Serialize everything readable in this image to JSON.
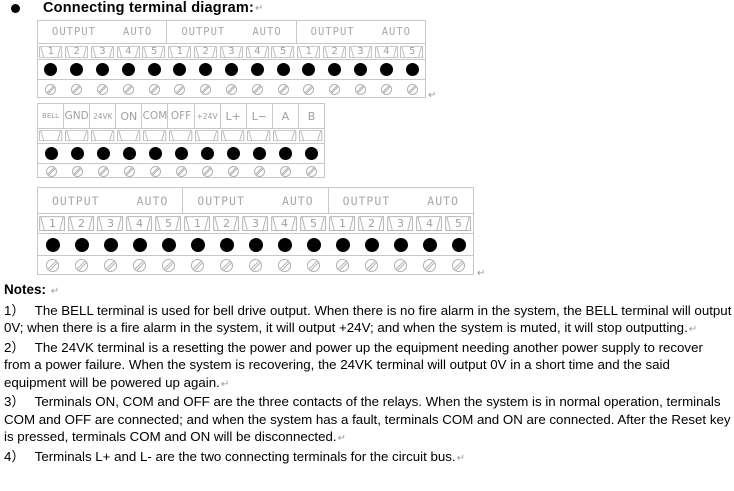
{
  "heading": {
    "title": "Connecting terminal diagram:",
    "paragraph_mark": "↵"
  },
  "diagrams": {
    "top": {
      "groups": [
        {
          "left": "OUTPUT",
          "right": "AUTO"
        },
        {
          "left": "OUTPUT",
          "right": "AUTO"
        },
        {
          "left": "OUTPUT",
          "right": "AUTO"
        }
      ],
      "numbers": [
        "1",
        "2",
        "3",
        "4",
        "5",
        "1",
        "2",
        "3",
        "4",
        "5",
        "1",
        "2",
        "3",
        "4",
        "5"
      ]
    },
    "middle": {
      "labels": [
        "BELL",
        "GND",
        "24VK",
        "ON",
        "COM",
        "OFF",
        "+24V",
        "L+",
        "L−",
        "A",
        "B"
      ]
    },
    "bottom": {
      "groups": [
        {
          "left": "OUTPUT",
          "right": "AUTO"
        },
        {
          "left": "OUTPUT",
          "right": "AUTO"
        },
        {
          "left": "OUTPUT",
          "right": "AUTO"
        }
      ],
      "numbers": [
        "1",
        "2",
        "3",
        "4",
        "5",
        "1",
        "2",
        "3",
        "4",
        "5",
        "1",
        "2",
        "3",
        "4",
        "5"
      ]
    }
  },
  "notes": {
    "title": "Notes:",
    "items": [
      {
        "num": "1）",
        "text": "The BELL terminal is used for bell drive output. When there is no fire alarm in the system, the BELL terminal will output 0V; when there is a fire alarm in the system, it will output +24V; and when the system is muted, it will stop outputting."
      },
      {
        "num": "2）",
        "text": "The 24VK terminal is a resetting the power and power up the equipment needing another power supply to recover from a power failure. When the system is recovering, the 24VK terminal will output 0V in a short time and the said equipment will be powered up again."
      },
      {
        "num": "3）",
        "text": "Terminals ON, COM and OFF are the three contacts of the relays. When the system is in normal operation, terminals COM and OFF are connected; and when the system has a fault, terminals COM and ON are connected. After the Reset key is pressed, terminals COM and ON will be disconnected."
      },
      {
        "num": "4）",
        "text": "Terminals L+ and L- are the two connecting terminals for the circuit bus."
      }
    ]
  },
  "colors": {
    "line": "#c8c8c8",
    "label_text": "#a8a8a8",
    "dot": "#000000"
  }
}
